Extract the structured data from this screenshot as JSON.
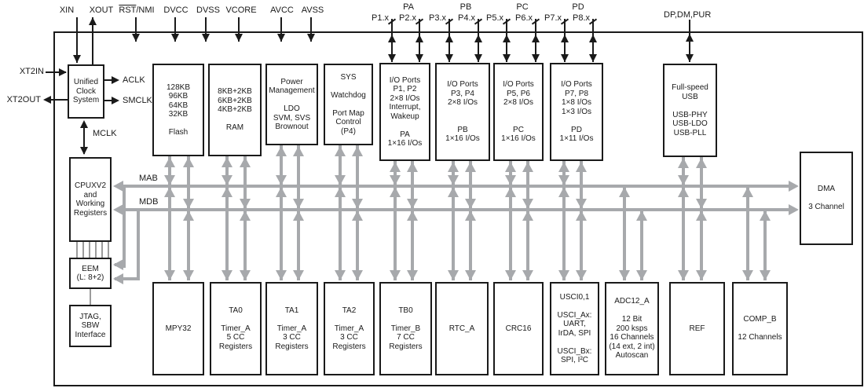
{
  "pins": {
    "top": [
      {
        "label": "XIN"
      },
      {
        "label": "XOUT"
      },
      {
        "label": "RST/NMI",
        "overline": "RST",
        "rest": "/NMI"
      },
      {
        "label": "DVCC"
      },
      {
        "label": "DVSS"
      },
      {
        "label": "VCORE"
      },
      {
        "label": "AVCC"
      },
      {
        "label": "AVSS"
      }
    ],
    "port_groups": [
      {
        "label": "PA",
        "pins": [
          "P1.x",
          "P2.x"
        ]
      },
      {
        "label": "PB",
        "pins": [
          "P3.x",
          "P4.x"
        ]
      },
      {
        "label": "PC",
        "pins": [
          "P5.x",
          "P6.x"
        ]
      },
      {
        "label": "PD",
        "pins": [
          "P7.x",
          "P8.x"
        ]
      }
    ],
    "usb": "DP,DM,PUR"
  },
  "clock_signals": {
    "xt2in": "XT2IN",
    "xt2out": "XT2OUT",
    "aclk": "ACLK",
    "smclk": "SMCLK",
    "mclk": "MCLK"
  },
  "buses": {
    "mab": "MAB",
    "mdb": "MDB"
  },
  "blocks": {
    "ucs": "Unified\nClock\nSystem",
    "flash": "128KB\n96KB\n64KB\n32KB\n\nFlash",
    "ram": "8KB+2KB\n6KB+2KB\n4KB+2KB\n\nRAM",
    "pmm": "Power\nManagement\n\nLDO\nSVM, SVS\nBrownout",
    "sys": "SYS\n\nWatchdog\n\nPort Map\nControl\n(P4)",
    "p12": "I/O Ports\nP1, P2\n2×8 I/Os\nInterrupt,\nWakeup\n\nPA\n1×16 I/Os",
    "p34": "I/O Ports\nP3, P4\n2×8 I/Os\n\n\nPB\n1×16 I/Os",
    "p56": "I/O Ports\nP5, P6\n2×8 I/Os\n\n\nPC\n1×16 I/Os",
    "p78": "I/O Ports\nP7, P8\n1×8 I/Os\n1×3 I/Os\n\nPD\n1×11 I/Os",
    "usb": "Full-speed\nUSB\n\nUSB-PHY\nUSB-LDO\nUSB-PLL",
    "dma": "DMA\n\n3 Channel",
    "cpu": "CPUXV2\nand\nWorking\nRegisters",
    "eem": "EEM\n(L: 8+2)",
    "jtag": "JTAG,\nSBW\nInterface",
    "mpy": "MPY32",
    "ta0": "TA0\n\nTimer_A\n5 CC\nRegisters",
    "ta1": "TA1\n\nTimer_A\n3 CC\nRegisters",
    "ta2": "TA2\n\nTimer_A\n3 CC\nRegisters",
    "tb0": "TB0\n\nTimer_B\n7 CC\nRegisters",
    "rtc": "RTC_A",
    "crc": "CRC16",
    "usci": "USCI0,1\n\nUSCI_Ax:\nUART,\nIrDA, SPI\n\nUSCI_Bx:\nSPI, I²C",
    "adc": "ADC12_A\n\n12 Bit\n200 ksps\n16 Channels\n(14 ext, 2 int)\nAutoscan",
    "ref": "REF",
    "comp": "COMP_B\n\n12 Channels"
  },
  "colors": {
    "bus_gray": "#a7a9ac",
    "ink": "#1a1a1a"
  }
}
